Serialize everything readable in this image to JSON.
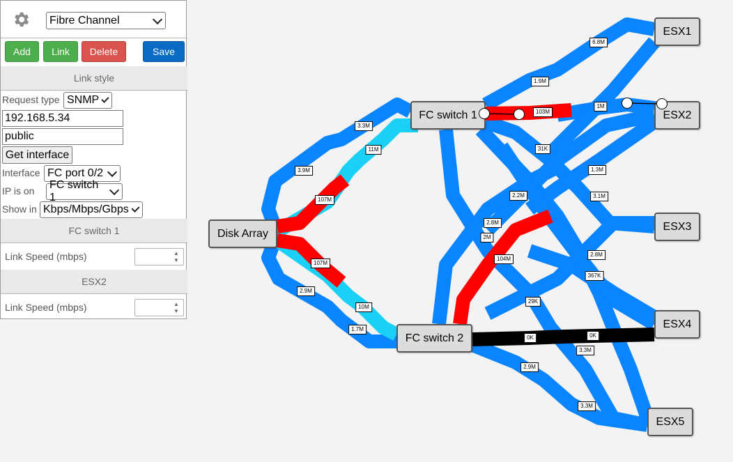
{
  "toolbar": {
    "type_select": "Fibre Channel",
    "add": "Add",
    "link": "Link",
    "delete": "Delete",
    "save": "Save"
  },
  "link_style": {
    "header": "Link style",
    "request_type_label": "Request type",
    "request_type": "SNMP",
    "ip_value": "192.168.5.34",
    "community_value": "public",
    "get_interface": "Get interface",
    "interface_label": "Interface",
    "interface_value": "FC port 0/2",
    "ip_is_on_label": "IP is on",
    "ip_is_on_value": "FC switch 1",
    "show_in_label": "Show in",
    "show_in_value": "Kbps/Mbps/Gbps"
  },
  "endpoints": [
    {
      "header": "FC switch 1",
      "speed_label": "Link Speed (mbps)",
      "speed_value": ""
    },
    {
      "header": "ESX2",
      "speed_label": "Link Speed (mbps)",
      "speed_value": ""
    }
  ],
  "colors": {
    "link_normal": "#0a84ff",
    "link_light": "#1ad0f5",
    "link_high": "#ff0000",
    "link_idle": "#000000"
  },
  "nodes": {
    "disk_array": "Disk Array",
    "fc_switch_1": "FC switch 1",
    "fc_switch_2": "FC switch 2",
    "esx1": "ESX1",
    "esx2": "ESX2",
    "esx3": "ESX3",
    "esx4": "ESX4",
    "esx5": "ESX5"
  },
  "link_labels": {
    "l_6_8M": "6.8M",
    "l_1_9M": "1.9M",
    "l_103M": "103M",
    "l_1M": "1M",
    "l_3_3M_a": "3.3M",
    "l_11M": "11M",
    "l_31K": "31K",
    "l_3_9M": "3.9M",
    "l_1_3M": "1.3M",
    "l_107M_a": "107M",
    "l_2_2M": "2.2M",
    "l_3_1M": "3.1M",
    "l_2_8M_a": "2.8M",
    "l_2M": "2M",
    "l_104M": "104M",
    "l_2_8M_b": "2.8M",
    "l_107M_b": "107M",
    "l_367K": "367K",
    "l_2_9M_a": "2.9M",
    "l_10M": "10M",
    "l_29K": "29K",
    "l_1_7M": "1.7M",
    "l_0K_a": "0K",
    "l_0K_b": "0K",
    "l_3_3M_b": "3.3M",
    "l_2_9M_b": "2.9M",
    "l_3_3M_c": "3.3M"
  }
}
